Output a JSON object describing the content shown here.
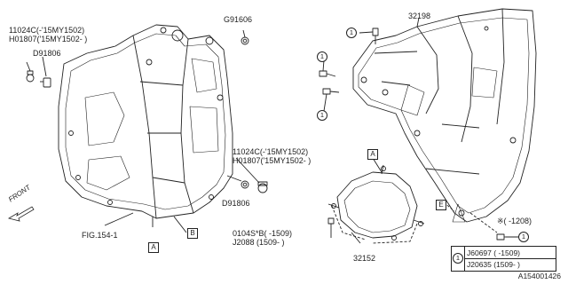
{
  "labels": {
    "l1": "11024C(-'15MY1502)",
    "l2": "H01807('15MY1502- )",
    "l3": "D91806",
    "l4": "G91606",
    "l5": "11024C(-'15MY1502)",
    "l6": "H01807('15MY1502- )",
    "l7": "D91806",
    "l8": "FIG.154-1",
    "l9": "32198",
    "l10": "0104S*B( -1509)",
    "l11": "J2088   (1509- )",
    "l12": "32152",
    "l13": "※( -1208)",
    "front": "FRONT"
  },
  "callouts": {
    "A": "A",
    "B": "B",
    "E": "E",
    "one": "1"
  },
  "legend": {
    "symbol": "1",
    "row1": "J60697 (   -1509)",
    "row2": "J20635 (1509-  )"
  },
  "footer": "A154001426"
}
